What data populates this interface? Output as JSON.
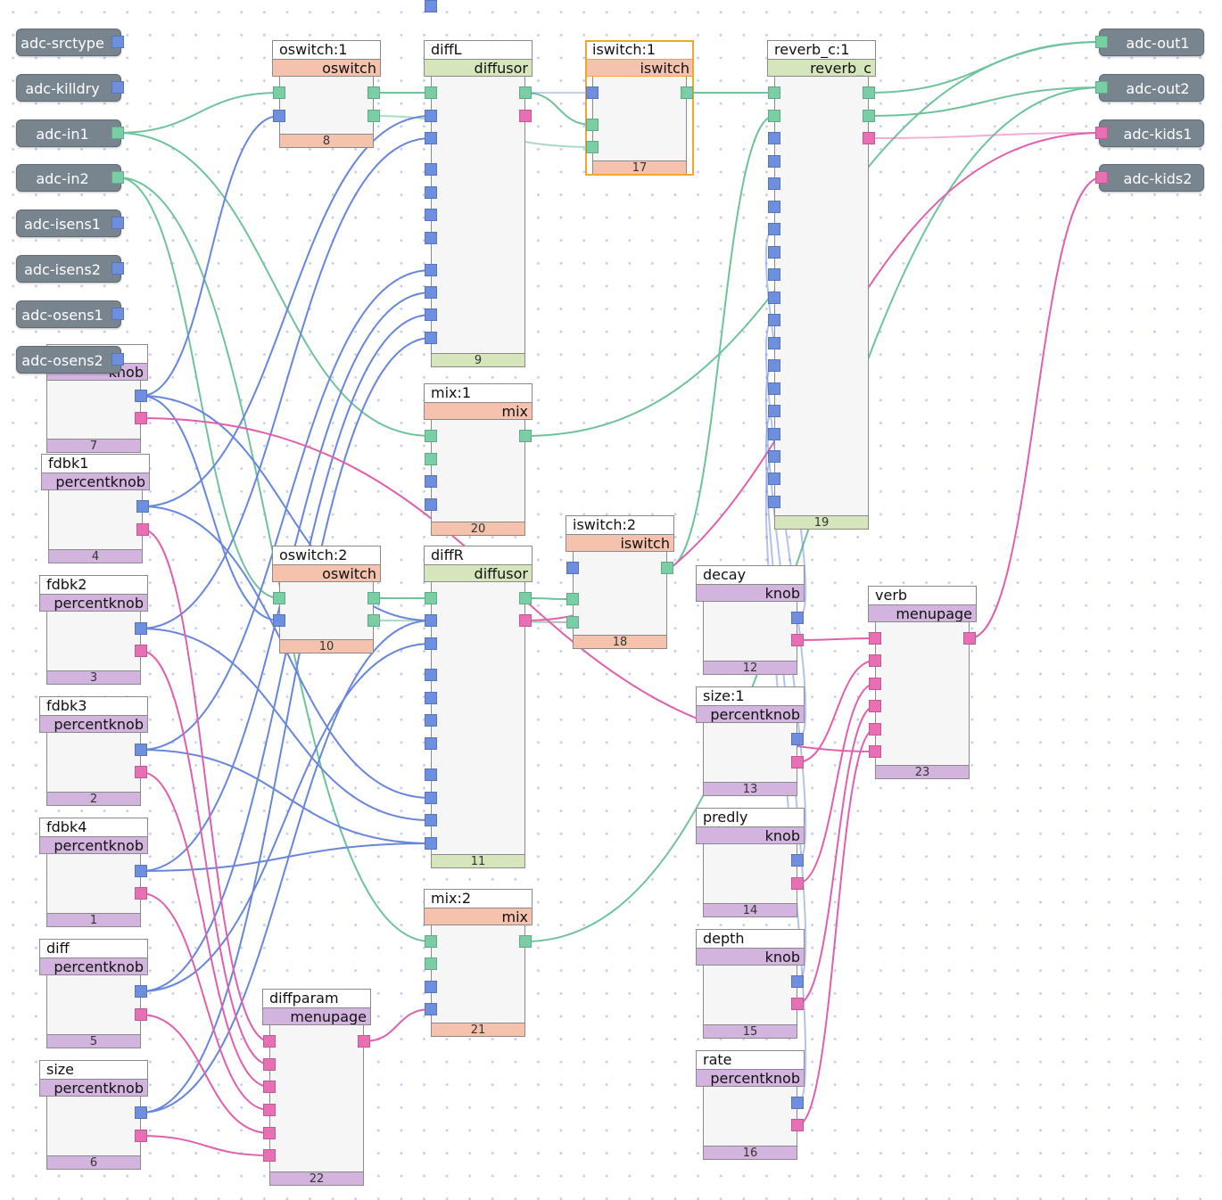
{
  "inputs": [
    {
      "id": "adc_srctype",
      "label": "adc-srctype",
      "port": "b"
    },
    {
      "id": "adc_killdry",
      "label": "adc-killdry",
      "port": "b"
    },
    {
      "id": "adc_in1",
      "label": "adc-in1",
      "port": "g"
    },
    {
      "id": "adc_in2",
      "label": "adc-in2",
      "port": "g"
    },
    {
      "id": "adc_isens1",
      "label": "adc-isens1",
      "port": "b"
    },
    {
      "id": "adc_isens2",
      "label": "adc-isens2",
      "port": "b"
    },
    {
      "id": "adc_osens1",
      "label": "adc-osens1",
      "port": "b"
    },
    {
      "id": "adc_osens2",
      "label": "adc-osens2",
      "port": "b"
    }
  ],
  "outputs": [
    {
      "id": "adc_out1",
      "label": "adc-out1",
      "port": "g"
    },
    {
      "id": "adc_out2",
      "label": "adc-out2",
      "port": "g"
    },
    {
      "id": "adc_kids1",
      "label": "adc-kids1",
      "port": "p"
    },
    {
      "id": "adc_kids2",
      "label": "adc-kids2",
      "port": "p"
    }
  ],
  "nodes": [
    {
      "id": "n7",
      "title": "",
      "type": "knob",
      "num": "7",
      "style": "knob",
      "in": [],
      "out": [
        "b",
        "p"
      ]
    },
    {
      "id": "n4",
      "title": "fdbk1",
      "type": "percentknob",
      "num": "4",
      "style": "knob",
      "in": [],
      "out": [
        "b",
        "p"
      ]
    },
    {
      "id": "n3",
      "title": "fdbk2",
      "type": "percentknob",
      "num": "3",
      "style": "knob",
      "in": [],
      "out": [
        "b",
        "p"
      ]
    },
    {
      "id": "n2",
      "title": "fdbk3",
      "type": "percentknob",
      "num": "2",
      "style": "knob",
      "in": [],
      "out": [
        "b",
        "p"
      ]
    },
    {
      "id": "n1",
      "title": "fdbk4",
      "type": "percentknob",
      "num": "1",
      "style": "knob",
      "in": [],
      "out": [
        "b",
        "p"
      ]
    },
    {
      "id": "n5",
      "title": "diff",
      "type": "percentknob",
      "num": "5",
      "style": "knob",
      "in": [],
      "out": [
        "b",
        "p"
      ]
    },
    {
      "id": "n6",
      "title": "size",
      "type": "percentknob",
      "num": "6",
      "style": "knob",
      "in": [],
      "out": [
        "b",
        "p"
      ]
    },
    {
      "id": "n8",
      "title": "oswitch:1",
      "type": "oswitch",
      "num": "8",
      "style": "osw",
      "in": [
        "g",
        "b"
      ],
      "out": [
        "g",
        "g"
      ]
    },
    {
      "id": "n10",
      "title": "oswitch:2",
      "type": "oswitch",
      "num": "10",
      "style": "osw",
      "in": [
        "g",
        "b"
      ],
      "out": [
        "g",
        "g"
      ]
    },
    {
      "id": "n9",
      "title": "diffL",
      "type": "diffusor",
      "num": "9",
      "style": "diff",
      "in": [
        "g",
        "b",
        "b",
        "b",
        "b",
        "b",
        "b",
        "b",
        "b",
        "b",
        "b",
        "b"
      ],
      "out": [
        "g",
        "p"
      ]
    },
    {
      "id": "n11",
      "title": "diffR",
      "type": "diffusor",
      "num": "11",
      "style": "diff",
      "in": [
        "g",
        "b",
        "b",
        "b",
        "b",
        "b",
        "b",
        "b",
        "b",
        "b",
        "b",
        "b"
      ],
      "out": [
        "g",
        "p"
      ]
    },
    {
      "id": "n20",
      "title": "mix:1",
      "type": "mix",
      "num": "20",
      "style": "osw",
      "in": [
        "g",
        "g",
        "b",
        "b"
      ],
      "out": [
        "g"
      ]
    },
    {
      "id": "n21",
      "title": "mix:2",
      "type": "mix",
      "num": "21",
      "style": "osw",
      "in": [
        "g",
        "g",
        "b",
        "b"
      ],
      "out": [
        "g"
      ]
    },
    {
      "id": "n17",
      "title": "iswitch:1",
      "type": "iswitch",
      "num": "17",
      "style": "osw",
      "in": [
        "b",
        "g",
        "g"
      ],
      "out": [
        "g"
      ],
      "selected": true
    },
    {
      "id": "n18",
      "title": "iswitch:2",
      "type": "iswitch",
      "num": "18",
      "style": "osw",
      "in": [
        "b",
        "g",
        "g"
      ],
      "out": [
        "g"
      ]
    },
    {
      "id": "n19",
      "title": "reverb_c:1",
      "type": "reverb_c",
      "num": "19",
      "style": "diff",
      "in": [
        "g",
        "g",
        "b",
        "b",
        "b",
        "b",
        "b",
        "b",
        "b",
        "b",
        "b",
        "b",
        "b",
        "b",
        "b",
        "b",
        "b",
        "b",
        "b"
      ],
      "out": [
        "g",
        "g",
        "p"
      ]
    },
    {
      "id": "n12",
      "title": "decay",
      "type": "knob",
      "num": "12",
      "style": "knob",
      "in": [],
      "out": [
        "b",
        "p"
      ]
    },
    {
      "id": "n13",
      "title": "size:1",
      "type": "percentknob",
      "num": "13",
      "style": "knob",
      "in": [],
      "out": [
        "b",
        "p"
      ]
    },
    {
      "id": "n14",
      "title": "predly",
      "type": "knob",
      "num": "14",
      "style": "knob",
      "in": [],
      "out": [
        "b",
        "p"
      ]
    },
    {
      "id": "n15",
      "title": "depth",
      "type": "knob",
      "num": "15",
      "style": "knob",
      "in": [],
      "out": [
        "b",
        "p"
      ]
    },
    {
      "id": "n16",
      "title": "rate",
      "type": "percentknob",
      "num": "16",
      "style": "knob",
      "in": [],
      "out": [
        "b",
        "p"
      ]
    },
    {
      "id": "n22",
      "title": "diffparam",
      "type": "menupage",
      "num": "22",
      "style": "knob",
      "in": [
        "p",
        "p",
        "p",
        "p",
        "p",
        "p"
      ],
      "out": [
        "p"
      ]
    },
    {
      "id": "n23",
      "title": "verb",
      "type": "menupage",
      "num": "23",
      "style": "knob",
      "in": [
        "p",
        "p",
        "p",
        "p",
        "p",
        "p"
      ],
      "out": [
        "p"
      ]
    }
  ],
  "colors": {
    "green": "#79cea5",
    "blue": "#6e8fe0",
    "pink": "#e86fb4",
    "knob": "#d3b4de",
    "switch": "#f5c2ad",
    "diffusor": "#d5e6bc",
    "selected": "#f0a82c"
  }
}
